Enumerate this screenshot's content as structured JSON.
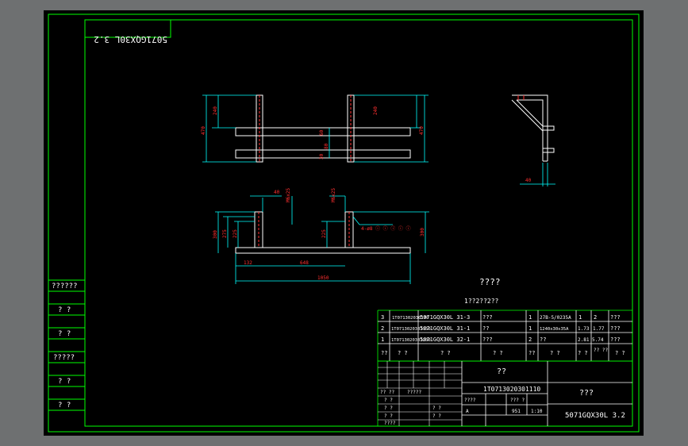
{
  "drawing_code": "5071GQX30L 3.2",
  "title": "????",
  "subtitle": "1??2??2??",
  "dims_top": {
    "left_h": "470",
    "left_upper": "240",
    "mid_a": "60",
    "mid_b": "80",
    "mid_c": "30",
    "right_upper": "240",
    "right_h": "470"
  },
  "dims_front": {
    "a": "40",
    "b": "M6x25",
    "c": "M6x25",
    "h1": "300",
    "h2": "275",
    "h3": "225",
    "h4": "225",
    "h5": "300",
    "w1": "132",
    "w2": "648",
    "w3": "1050",
    "callout": "4-ø8 ⓘ ⓘ ⓘ ⓘ ⓘ"
  },
  "dims_side": {
    "w": "40"
  },
  "left_column": [
    "??????",
    "? ?",
    "? ?",
    "?????",
    "? ?",
    "? ?"
  ],
  "bom_rows": [
    [
      "3",
      "1T071302030170",
      "5071GQX30L 31-3",
      "???",
      "1",
      "27B-5/0235A",
      "1",
      "2",
      "???"
    ],
    [
      "2",
      "1T0713020301150",
      "5071GQX30L 31-1",
      "??",
      "1",
      "1240x30x35A",
      "1.73",
      "1.77",
      "???"
    ],
    [
      "1",
      "1T0713020301200",
      "5071GQX30L 32-1",
      "???",
      "2",
      "??",
      "",
      "2.81  5.74",
      "???"
    ]
  ],
  "bom_header": [
    "??",
    "? ?",
    "? ?",
    "? ?",
    "??",
    "? ?",
    "? ?",
    "?? ??",
    "? ?"
  ],
  "tb_name": "??",
  "tb_code": "1T0713020301110",
  "tb_company": "???",
  "tb_number": "5071GQX30L 3.2",
  "tb_small": [
    "?? ??",
    "?????",
    "????",
    "??? ?",
    "? ?",
    "? ?",
    "? ?",
    "? ?",
    "? ?",
    "????",
    "A",
    "951",
    "1:10"
  ]
}
